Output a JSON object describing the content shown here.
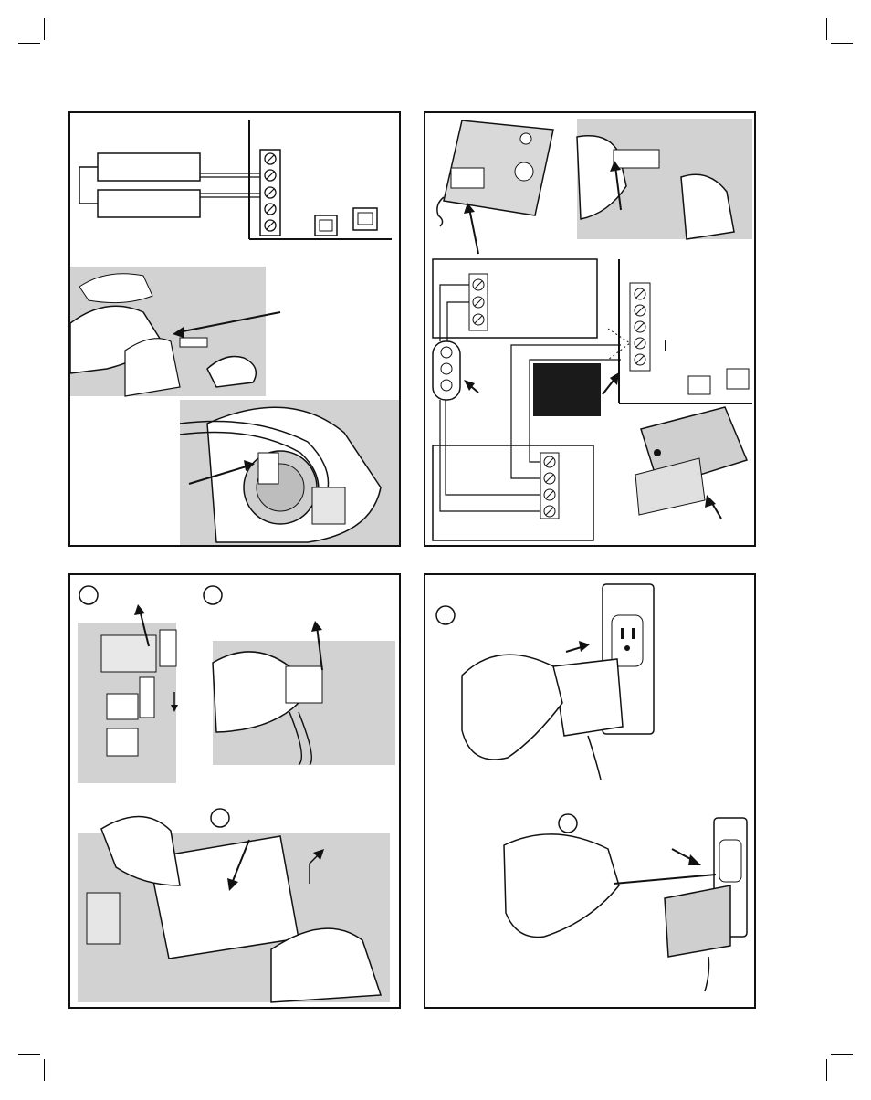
{
  "page": {
    "description_panels": 4
  },
  "panels": [
    {
      "id": "panel-wiring-keypad",
      "label": ""
    },
    {
      "id": "panel-wiring-remote",
      "label": ""
    },
    {
      "id": "panel-battery-install",
      "label": "",
      "steps": [
        "",
        "",
        ""
      ]
    },
    {
      "id": "panel-transformer-plug",
      "label": "",
      "steps": [
        "",
        ""
      ]
    }
  ],
  "colors": {
    "line": "#111111",
    "photo_gray": "#d2d2d2",
    "dark_box": "#1a1a1a"
  }
}
